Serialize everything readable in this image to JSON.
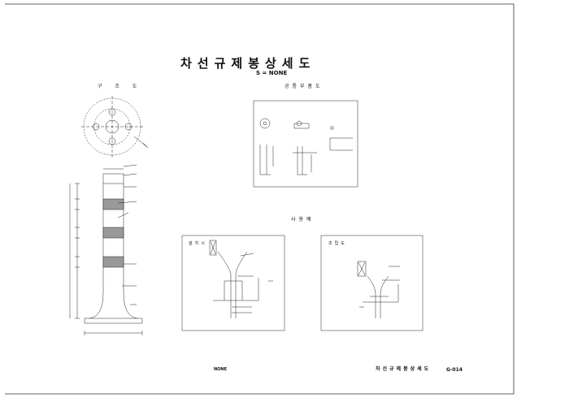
{
  "title": "차선규제봉상세도",
  "scale": "S = NONE",
  "sections": {
    "structure": "구 조 도",
    "parts": "공통부품도",
    "usage": "사용예"
  },
  "usage_examples": {
    "install": "설치시",
    "joint": "조립도"
  },
  "footer": {
    "scale_note": "NONE",
    "drawing_name": "차선규제봉상세도",
    "drawing_no": "G-014"
  }
}
